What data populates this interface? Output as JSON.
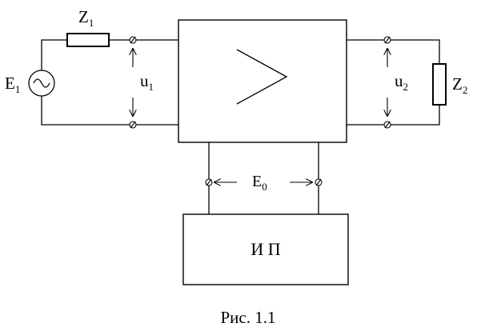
{
  "sources": {
    "e1": {
      "main": "E",
      "sub": "1"
    },
    "e0": {
      "main": "E",
      "sub": "0"
    }
  },
  "impedances": {
    "z1": {
      "main": "Z",
      "sub": "1"
    },
    "z2": {
      "main": "Z",
      "sub": "2"
    }
  },
  "voltages": {
    "u1": {
      "main": "u",
      "sub": "1"
    },
    "u2": {
      "main": "u",
      "sub": "2"
    }
  },
  "power_supply": {
    "label": "И П"
  },
  "caption": "Рис. 1.1",
  "colors": {
    "line": "#000000",
    "background": "#ffffff"
  }
}
